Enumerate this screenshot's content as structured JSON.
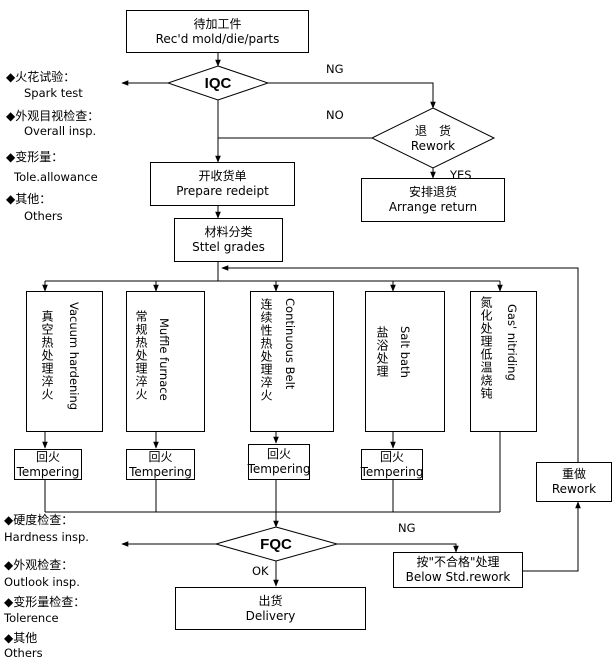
{
  "start": {
    "zh": "待加工件",
    "en": "Rec'd mold/die/parts"
  },
  "iqc": {
    "label": "IQC",
    "ng": "NG",
    "no": "NO"
  },
  "left_checks": [
    {
      "zh": "◆火花试验：",
      "en": "Spark test"
    },
    {
      "zh": "◆外观目视检查：",
      "en": "Overall insp."
    },
    {
      "zh": "◆变形量：",
      "en": "Tole.allowance"
    },
    {
      "zh": "◆其他：",
      "en": "Others"
    }
  ],
  "return_decision": {
    "zh": "退　货",
    "en": "Rework",
    "yes": "YES"
  },
  "arrange_return": {
    "zh": "安排退货",
    "en": "Arrange return"
  },
  "receipt": {
    "zh": "开收货单",
    "en": "Prepare redeipt"
  },
  "grades": {
    "zh": "材料分类",
    "en": "Sttel grades"
  },
  "processes": [
    {
      "zh": "真空热处理淬火",
      "en": "Vacuum hardening"
    },
    {
      "zh": "常规热处理淬火",
      "en": "Muffle furnace"
    },
    {
      "zh": "连续性热处理淬火",
      "en": "Continuous Belt"
    },
    {
      "zh": "盐浴处理",
      "en": "Salt bath"
    },
    {
      "zh": "氮化处理低温烧钝",
      "en": "Gas' nitriding"
    }
  ],
  "tempering": {
    "zh": "回火",
    "en": "Tempering"
  },
  "rework": {
    "zh": "重做",
    "en": "Rework"
  },
  "fqc": {
    "label": "FQC",
    "ng": "NG",
    "ok": "OK"
  },
  "bottom_checks": [
    {
      "zh": "◆硬度检查：",
      "en": "Hardness insp."
    },
    {
      "zh": "◆外观检查：",
      "en": "Outlook insp."
    },
    {
      "zh": "◆变形量检查：",
      "en": "Tolerence"
    },
    {
      "zh": "◆其他",
      "en": "Others"
    }
  ],
  "below_std": {
    "zh": "按\"不合格\"处理",
    "en": "Below Std.rework"
  },
  "delivery": {
    "zh": "出货",
    "en": "Delivery"
  }
}
